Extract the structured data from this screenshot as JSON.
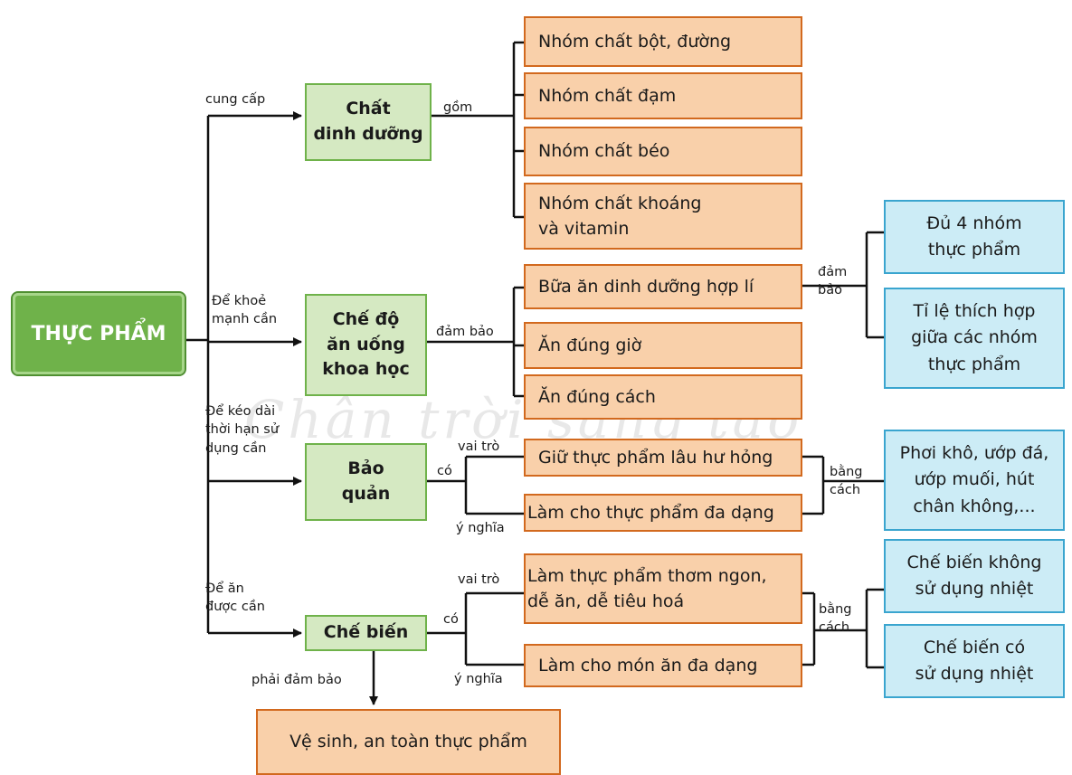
{
  "watermark": "Chân trời sáng tạo",
  "root": "THỰC PHẨM",
  "branches": {
    "dinh_duong": {
      "label": "cung cấp",
      "node": "Chất\ndinh dưỡng",
      "relation": "gồm",
      "items": [
        "Nhóm chất bột, đường",
        "Nhóm chất đạm",
        "Nhóm chất béo",
        "Nhóm chất khoáng\nvà vitamin"
      ]
    },
    "che_do": {
      "label": "Để khoẻ\nmạnh cần",
      "node": "Chế độ\năn uống\nkhoa học",
      "relation": "đảm bảo",
      "items": [
        "Bữa ăn dinh dưỡng hợp lí",
        "Ăn đúng giờ",
        "Ăn đúng cách"
      ],
      "sub_relation": "đảm\nbảo",
      "sub_items": [
        "Đủ 4 nhóm\nthực phẩm",
        "Tỉ lệ thích hợp\ngiữa các nhóm\nthực phẩm"
      ]
    },
    "bao_quan": {
      "label": "Để kéo dài\nthời hạn sử\ndụng cần",
      "node": "Bảo\nquản",
      "relation": "có",
      "role": "vai trò",
      "meaning": "ý nghĩa",
      "items": [
        "Giữ thực phẩm lâu hư hỏng",
        "Làm cho thực phẩm đa dạng"
      ],
      "method_relation": "bằng\ncách",
      "methods": [
        "Phơi khô, ướp đá,\nướp muối, hút\nchân không,..."
      ]
    },
    "che_bien": {
      "label": "Để ăn\nđược cần",
      "node": "Chế biến",
      "relation": "có",
      "role": "vai trò",
      "meaning": "ý nghĩa",
      "items": [
        "Làm thực phẩm thơm ngon,\ndễ ăn, dễ tiêu hoá",
        "Làm cho món ăn đa dạng"
      ],
      "method_relation": "bằng\ncách",
      "methods": [
        "Chế biến không\nsử dụng nhiệt",
        "Chế biến có\nsử dụng nhiệt"
      ],
      "requirement_label": "phải đảm bảo",
      "requirement": "Vệ sinh, an toàn thực phẩm"
    }
  }
}
